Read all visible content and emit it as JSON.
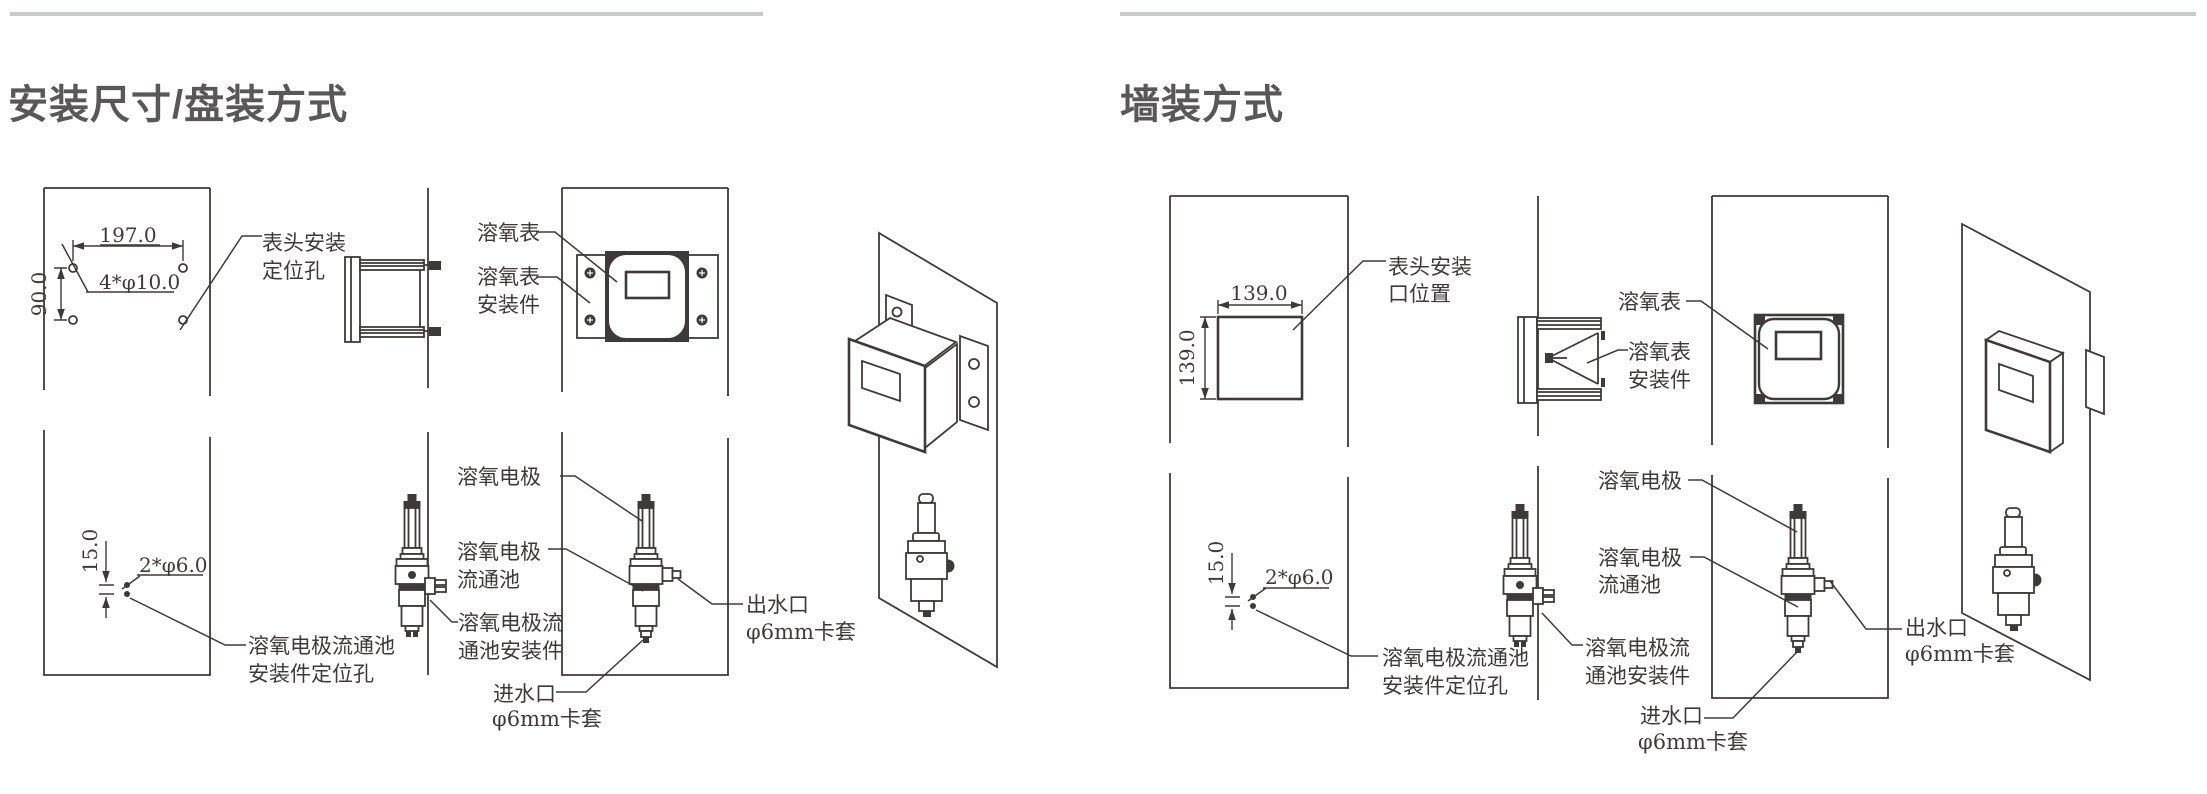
{
  "page": {
    "background": "#ffffff",
    "rule_color": "#c9caca",
    "line_color": "#3e3a39",
    "title_color": "#595757"
  },
  "left": {
    "title": "安装尺寸/盘装方式",
    "dims": {
      "width": "197.0",
      "height": "90.0",
      "holes": "4*φ10.0",
      "cell_spacing": "15.0",
      "cell_holes": "2*φ6.0"
    },
    "labels": {
      "head_holes": [
        "表头安装",
        "定位孔"
      ],
      "meter": "溶氧表",
      "meter_bracket": [
        "溶氧表",
        "安装件"
      ],
      "electrode": "溶氧电极",
      "flow_cell": [
        "溶氧电极",
        "流通池"
      ],
      "cell_bracket": [
        "溶氧电极流",
        "通池安装件"
      ],
      "cell_holes_label": [
        "溶氧电极流通池",
        "安装件定位孔"
      ],
      "outlet": [
        "出水口",
        "φ6mm卡套"
      ],
      "inlet": [
        "进水口",
        "φ6mm卡套"
      ]
    }
  },
  "right": {
    "title": "墙装方式",
    "dims": {
      "width": "139.0",
      "height": "139.0",
      "cell_spacing": "15.0",
      "cell_holes": "2*φ6.0"
    },
    "labels": {
      "head_opening": [
        "表头安装",
        "口位置"
      ],
      "meter": "溶氧表",
      "meter_bracket": [
        "溶氧表",
        "安装件"
      ],
      "electrode": "溶氧电极",
      "flow_cell": [
        "溶氧电极",
        "流通池"
      ],
      "cell_bracket": [
        "溶氧电极流",
        "通池安装件"
      ],
      "cell_holes_label": [
        "溶氧电极流通池",
        "安装件定位孔"
      ],
      "outlet": [
        "出水口",
        "φ6mm卡套"
      ],
      "inlet": [
        "进水口",
        "φ6mm卡套"
      ]
    }
  }
}
